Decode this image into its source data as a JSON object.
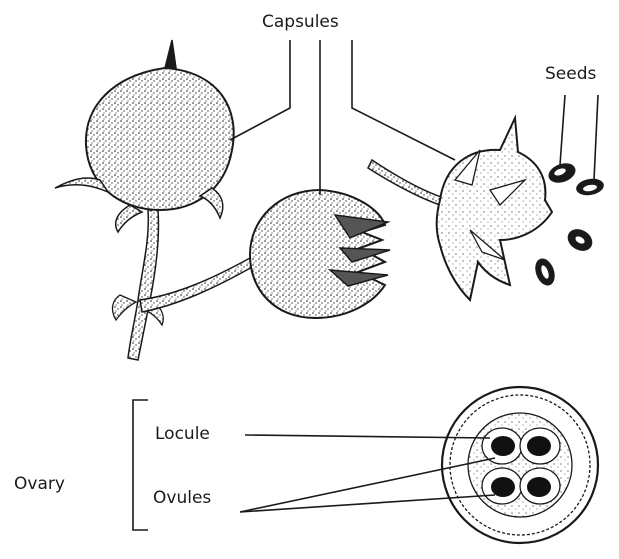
{
  "labels": {
    "capsules": "Capsules",
    "seeds": "Seeds",
    "locule": "Locule",
    "ovules": "Ovules",
    "ovary": "Ovary"
  },
  "colors": {
    "ink": "#1a1a1a",
    "capsule_fill": "#d9d9d9",
    "ovule_fill": "#111111"
  }
}
